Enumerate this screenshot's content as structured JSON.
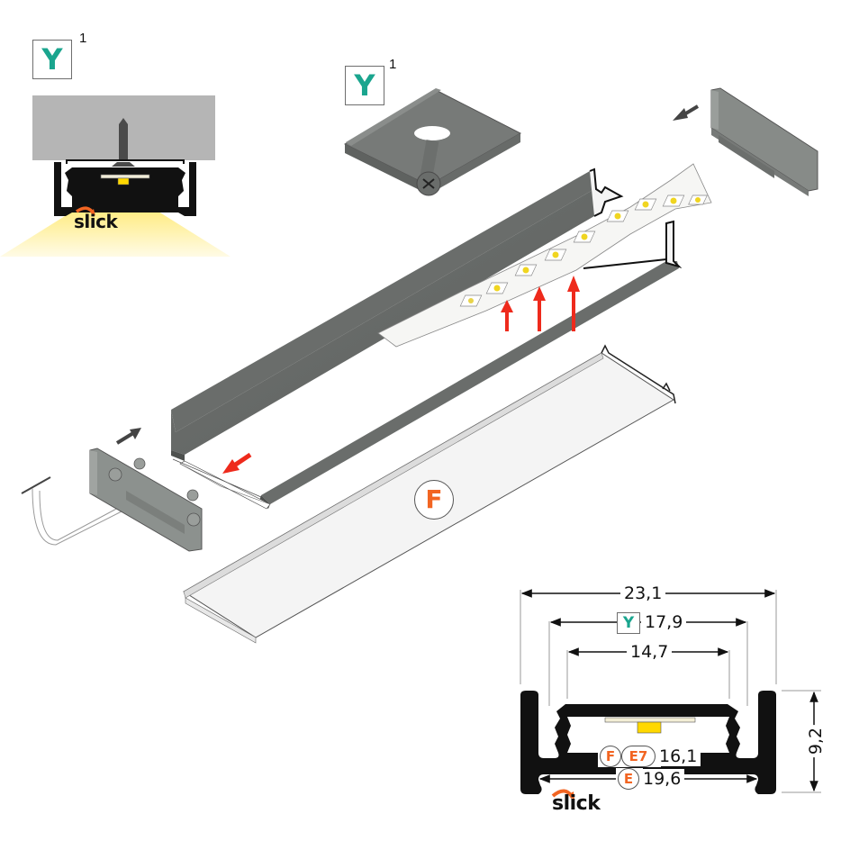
{
  "colors": {
    "profile_gray": "#6f7270",
    "profile_dark": "#4f5250",
    "endcap_gray": "#8c918e",
    "wall_gray": "#b5b5b5",
    "cover_white": "#f4f4f4",
    "arrow_red": "#ee2a1c",
    "arrow_dark": "#444444",
    "accent_orange": "#f26522",
    "accent_teal": "#1aa58e",
    "led_yellow": "#ffe000",
    "light_cone": "#fff2a0",
    "black": "#111111"
  },
  "mounting_inset": {
    "badge_letter": "Y",
    "badge_superscript": "1",
    "logo_text": "slick"
  },
  "clip_part": {
    "badge_letter": "Y",
    "badge_superscript": "1",
    "icon": "mounting-clip-with-screw"
  },
  "exploded_view": {
    "parts": [
      {
        "id": "end-cap-right",
        "icon": "end-cap"
      },
      {
        "id": "aluminium-profile",
        "icon": "profile"
      },
      {
        "id": "led-strip",
        "icon": "led-strip",
        "led_count": 9
      },
      {
        "id": "cover-diffuser",
        "label": "F"
      },
      {
        "id": "end-cap-left-with-cable",
        "icon": "end-cap-with-cable"
      }
    ],
    "cover_label": "F",
    "red_up_arrows": 3
  },
  "cross_section": {
    "dimensions": {
      "overall_width": "23,1",
      "clip_width": "17,9",
      "clip_badge": "Y",
      "inner_top_width": "14,7",
      "cover_fe7_width": "16,1",
      "cover_fe7_badges": [
        "F",
        "E7"
      ],
      "cover_e_width": "19,6",
      "cover_e_badge": "E",
      "height": "9,2"
    },
    "logo_text": "slick"
  }
}
